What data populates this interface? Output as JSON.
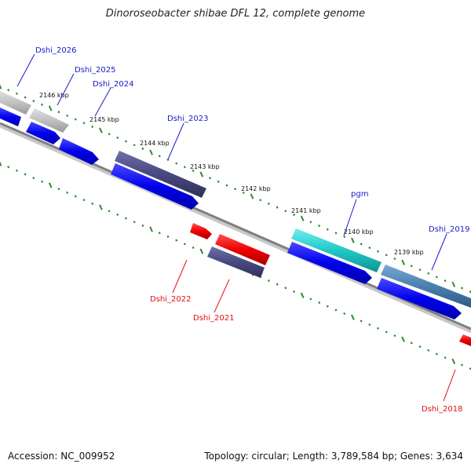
{
  "title": "Dinoroseobacter shibae DFL 12, complete genome",
  "footer": {
    "accession": "Accession: NC_009952",
    "topology": "Topology: circular; Length: 3,789,584 bp; Genes: 3,634"
  },
  "colors": {
    "backbone": "#808080",
    "tick": "#2e8b2e",
    "label_blue": "#1a1acd",
    "label_red": "#dd1111",
    "cds_blue": "#0000ee",
    "gene_dark": "#484880",
    "gene_gray": "#c0c0c0",
    "gene_cyan": "#20c8c8",
    "gene_steel": "#4a80b0",
    "gene_red": "#ee0000"
  },
  "kbp_labels": [
    "2146 kbp",
    "2145 kbp",
    "2144 kbp",
    "2143 kbp",
    "2142 kbp",
    "2141 kbp",
    "2140 kbp",
    "2139 kbp"
  ],
  "gene_labels": {
    "dshi_2026": "Dshi_2026",
    "dshi_2025": "Dshi_2025",
    "dshi_2024": "Dshi_2024",
    "dshi_2023": "Dshi_2023",
    "pgm": "pgm",
    "dshi_2019": "Dshi_2019",
    "dshi_2022": "Dshi_2022",
    "dshi_2021": "Dshi_2021",
    "dshi_2018": "Dshi_2018"
  }
}
